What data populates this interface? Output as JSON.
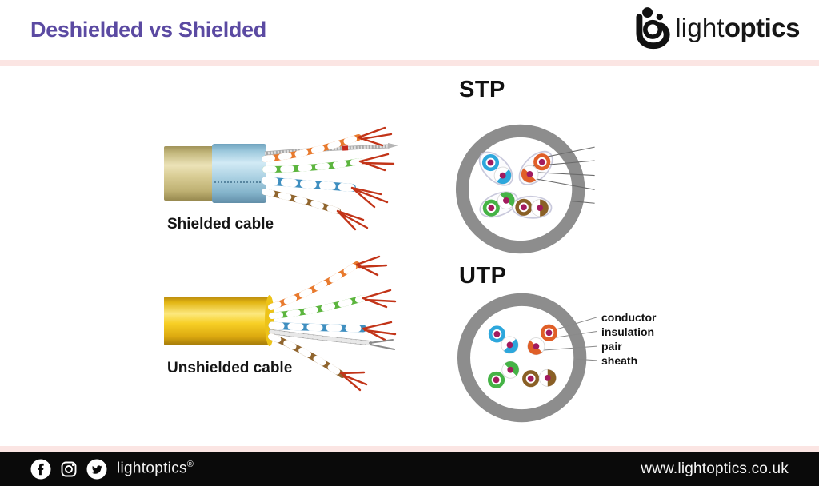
{
  "header": {
    "title": "Deshielded vs Shielded",
    "logo": {
      "light": "light",
      "bold": "optics"
    }
  },
  "main": {
    "shielded_cable_label": "Shielded cable",
    "unshielded_cable_label": "Unshielded cable",
    "stp_title": "STP",
    "utp_title": "UTP",
    "callouts": [
      "conductor",
      "insulation",
      "pair",
      "sheath"
    ]
  },
  "footer": {
    "brand": "lightoptics",
    "registered": "®",
    "website": "www.lightoptics.co.uk",
    "social_icons": [
      "facebook-icon",
      "instagram-icon",
      "twitter-icon"
    ]
  },
  "colors": {
    "title_purple": "#5b4aa2",
    "divider_pink": "#fbe5e3",
    "footer_black": "#0a0a0a",
    "sheath_gray": "#8d8d8d",
    "conductor_magenta": "#a21a5e",
    "pair_blue": "#2da7dc",
    "pair_orange": "#e05f28",
    "pair_green": "#45b346",
    "pair_brown": "#8a6026",
    "jacket_tan": "#d6ca92",
    "shield_blue": "#a8cfe0",
    "jacket_yellow": "#f7cf25"
  }
}
